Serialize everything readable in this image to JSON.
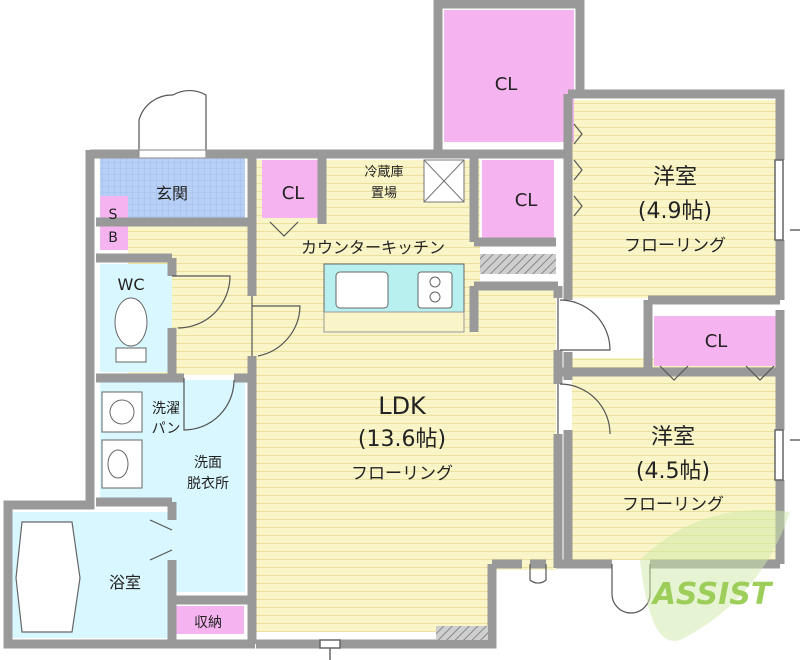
{
  "rooms": {
    "ldk": {
      "name": "LDK",
      "size": "(13.6帖)",
      "floor": "フローリング"
    },
    "western_1": {
      "name": "洋室",
      "size": "(4.9帖)",
      "floor": "フローリング"
    },
    "western_2": {
      "name": "洋室",
      "size": "(4.5帖)",
      "floor": "フローリング"
    },
    "entrance": {
      "name": "玄関"
    },
    "shoe_box": {
      "line1": "S",
      "line2": "B"
    },
    "toilet": {
      "name": "WC"
    },
    "washer_pan": {
      "line1": "洗濯",
      "line2": "パン"
    },
    "washroom": {
      "line1": "洗面",
      "line2": "脱衣所"
    },
    "bath": {
      "name": "浴室"
    },
    "storage": {
      "name": "収納"
    },
    "fridge": {
      "line1": "冷蔵庫",
      "line2": "置場"
    },
    "kitchen": {
      "name": "カウンターキッチン"
    }
  },
  "closets": {
    "top": "CL",
    "entrance_side": "CL",
    "middle": "CL",
    "right": "CL"
  },
  "logo": {
    "text": "ASSIST"
  },
  "colors": {
    "wall": "#999999",
    "floor": "#faf5c8",
    "floor_line": "#ecdf9a",
    "closet": "#f5b4f0",
    "wet": "#d9f7ff",
    "entrance_tile": "#b8d0f5",
    "logo": "#8cc63e"
  }
}
